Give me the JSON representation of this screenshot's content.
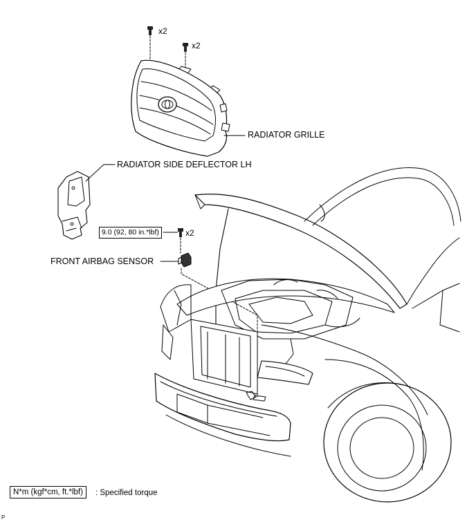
{
  "callouts": {
    "radiator_grille": "RADIATOR GRILLE",
    "radiator_side_deflector_lh": "RADIATOR SIDE DEFLECTOR LH",
    "front_airbag_sensor": "FRONT AIRBAG SENSOR"
  },
  "quantities": {
    "grille_clip_a": "x2",
    "grille_clip_b": "x2",
    "sensor_bolt": "x2"
  },
  "torque": {
    "sensor_bolt": "9.0 (92, 80 in.*lbf)"
  },
  "legend": {
    "unit_box": "N*m (kgf*cm, ft.*lbf)",
    "description": ": Specified torque"
  },
  "footer": {
    "corner_code": "P"
  }
}
